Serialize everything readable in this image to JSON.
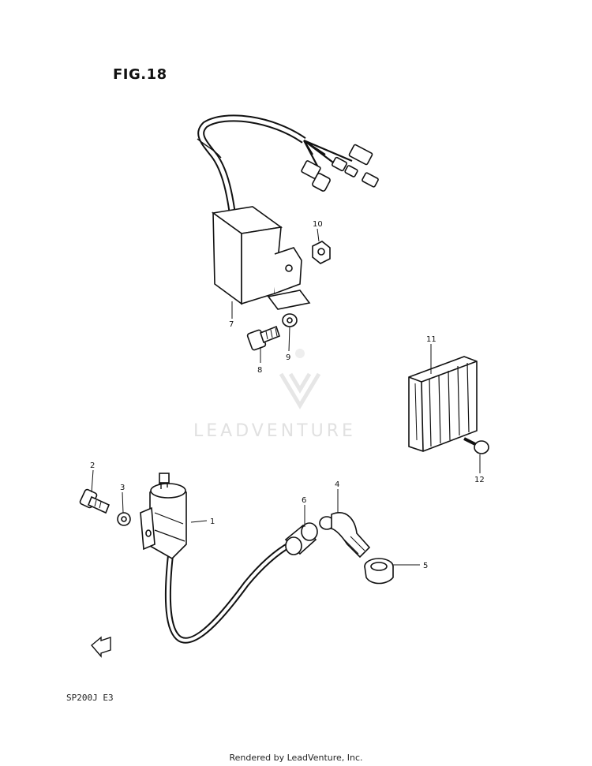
{
  "figure": {
    "title": "FIG.18",
    "model_code": "SP200J  E3"
  },
  "watermark": {
    "text": "LEADVENTURE"
  },
  "footer": {
    "text": "Rendered by LeadVenture, Inc."
  },
  "callouts": [
    "1",
    "2",
    "3",
    "4",
    "5",
    "6",
    "7",
    "8",
    "9",
    "10",
    "11",
    "12"
  ]
}
